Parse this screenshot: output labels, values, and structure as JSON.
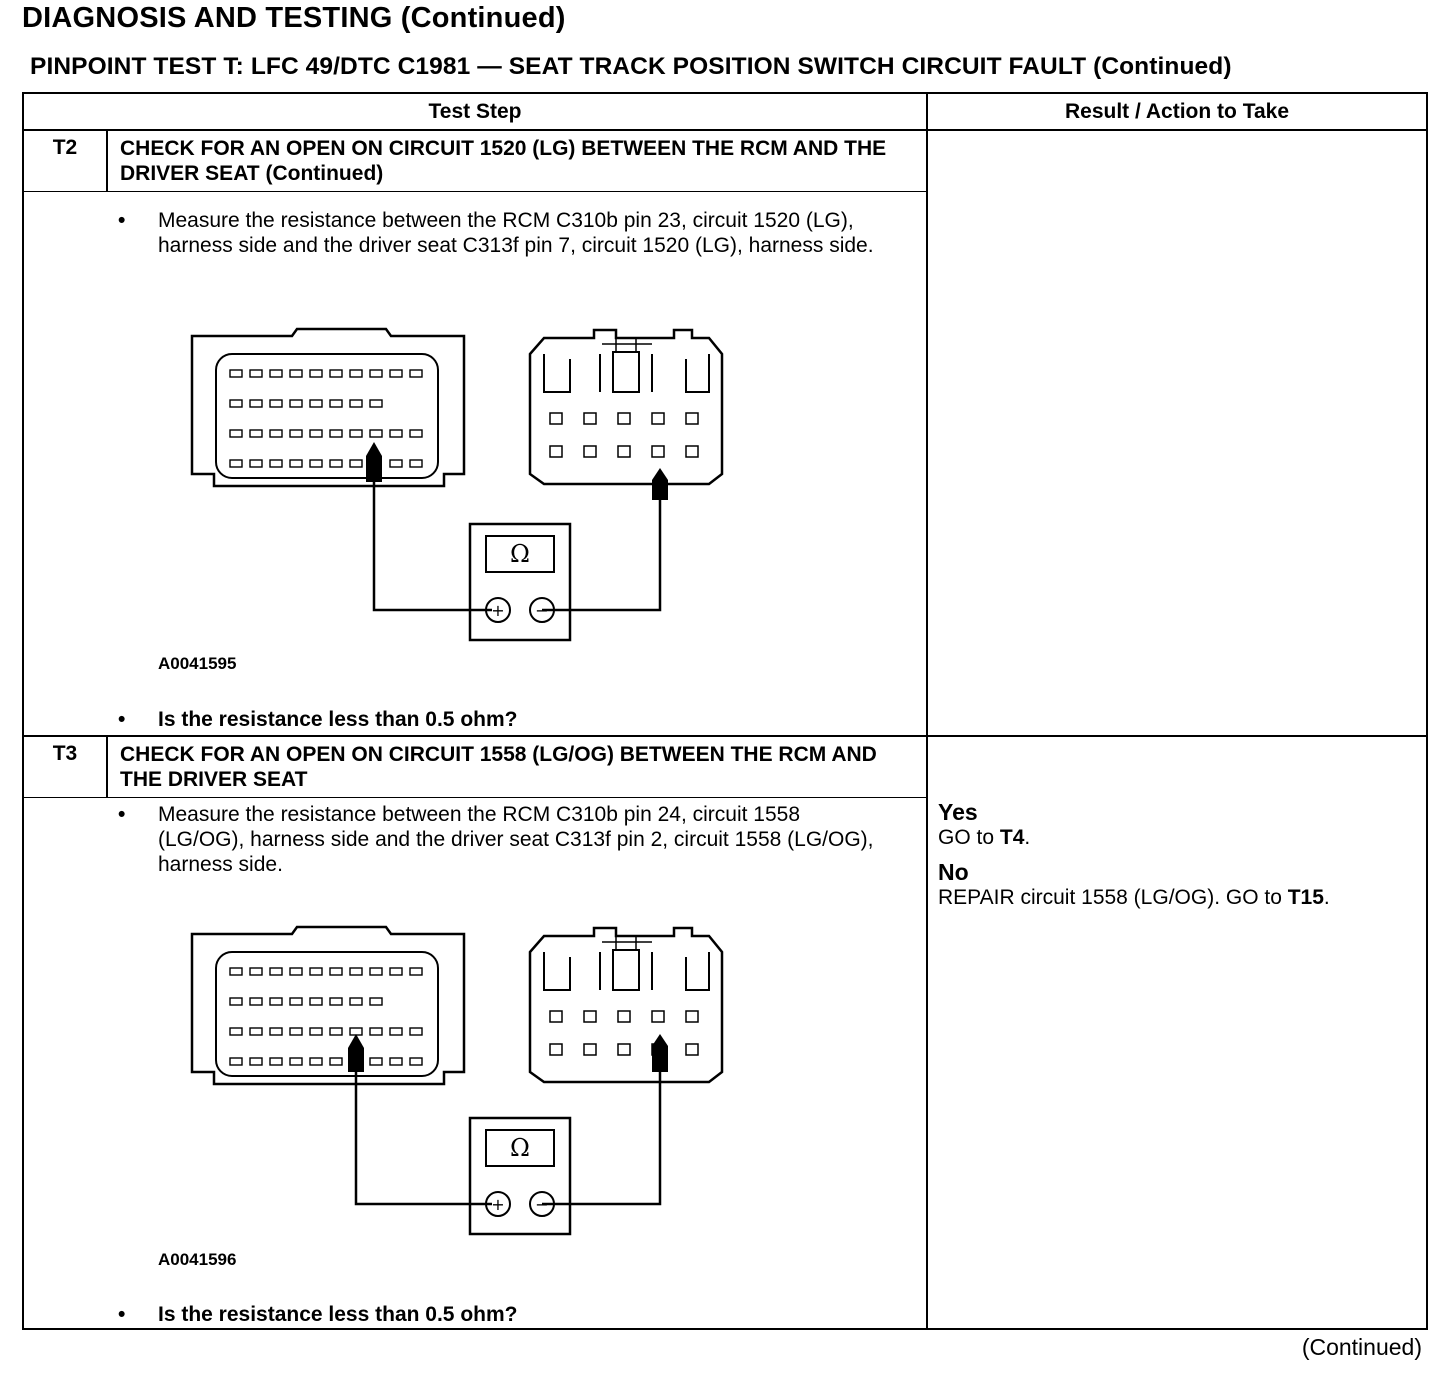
{
  "header": {
    "title": "DIAGNOSIS AND TESTING (Continued)",
    "test_title": "PINPOINT TEST T: LFC 49/DTC C1981 — SEAT TRACK POSITION SWITCH CIRCUIT FAULT (Continued)"
  },
  "table": {
    "col_test_step": "Test Step",
    "col_result": "Result / Action to Take",
    "steps": [
      {
        "id": "T2",
        "heading": "CHECK FOR AN OPEN ON CIRCUIT 1520 (LG) BETWEEN THE RCM AND THE DRIVER SEAT (Continued)",
        "instruction": "Measure the resistance between the RCM C310b pin 23, circuit 1520 (LG), harness side and the driver seat C313f pin 7, circuit 1520 (LG), harness side.",
        "figure_id": "A0041595",
        "meter_symbol": "Ω",
        "plus_symbol": "+",
        "minus_symbol": "−",
        "question": "Is the resistance less than 0.5 ohm?"
      },
      {
        "id": "T3",
        "heading": "CHECK FOR AN OPEN ON CIRCUIT 1558 (LG/OG) BETWEEN THE RCM AND THE DRIVER SEAT",
        "instruction": "Measure the resistance between the RCM C310b pin 24, circuit 1558 (LG/OG), harness side and the driver seat C313f pin 2, circuit 1558 (LG/OG), harness side.",
        "figure_id": "A0041596",
        "meter_symbol": "Ω",
        "plus_symbol": "+",
        "minus_symbol": "−",
        "question": "Is the resistance less than 0.5 ohm?",
        "results": {
          "yes_label": "Yes",
          "yes_prefix": "GO to",
          "yes_target": "T4",
          "yes_suffix": ".",
          "no_label": "No",
          "no_prefix": "REPAIR circuit 1558 (LG/OG). GO to",
          "no_target": "T15",
          "no_suffix": "."
        }
      }
    ]
  },
  "bullet": "•",
  "footer": {
    "continued": "(Continued)"
  }
}
